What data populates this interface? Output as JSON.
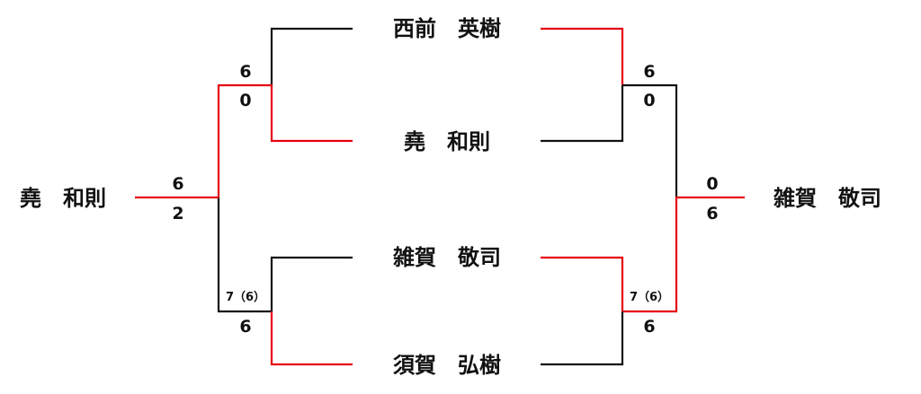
{
  "colors": {
    "win_line": "#e60012",
    "lose_line": "#111111",
    "text": "#111111",
    "background": "#ffffff"
  },
  "players": {
    "center_top": "西前　英樹",
    "center_upper": "堯　和則",
    "center_lower": "雑賀　敬司",
    "center_bottom": "須賀　弘樹",
    "left_champion": "堯　和則",
    "right_champion": "雑賀　敬司"
  },
  "scores": {
    "left_top_match": {
      "upper": "6",
      "lower": "0"
    },
    "left_bottom_match": {
      "upper": "7（6）",
      "lower": "6"
    },
    "left_final": {
      "upper": "6",
      "lower": "2"
    },
    "right_top_match": {
      "upper": "6",
      "lower": "0"
    },
    "right_bottom_match": {
      "upper": "7（6）",
      "lower": "6"
    },
    "right_final": {
      "upper": "0",
      "lower": "6"
    }
  }
}
